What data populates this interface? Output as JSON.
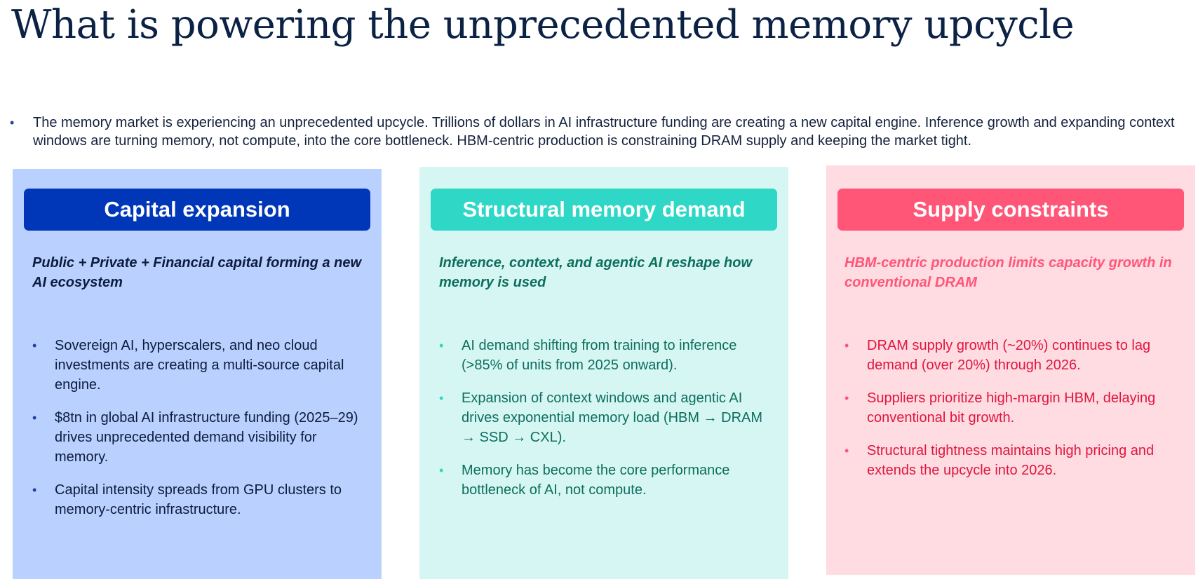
{
  "title": "What is powering the unprecedented memory upcycle",
  "intro": {
    "bullet": "•",
    "text": "The memory market is experiencing an unprecedented upcycle. Trillions of dollars in AI infrastructure funding are creating a new capital engine. Inference growth and expanding context windows are turning memory, not compute, into the core bottleneck. HBM-centric production is constraining DRAM supply and keeping the market tight."
  },
  "cards": [
    {
      "header": "Capital expansion",
      "subtitle": "Public + Private + Financial capital forming a new AI ecosystem",
      "bullets": [
        "Sovereign AI, hyperscalers, and neo cloud investments are creating a multi-source capital engine.",
        "$8tn in global AI infrastructure funding (2025–29) drives unprecedented demand visibility for memory.",
        "Capital intensity spreads from GPU clusters to memory-centric infrastructure."
      ],
      "colors": {
        "header": "#0037b8",
        "background": "#bad1ff",
        "text": "#0d1b3d"
      }
    },
    {
      "header": "Structural memory demand",
      "subtitle": "Inference, context, and agentic AI reshape how memory is used",
      "bullets": [
        "AI demand shifting from training to inference (>85% of units from 2025 onward).",
        "Expansion of context windows and agentic AI drives exponential memory load (HBM → DRAM → SSD → CXL).",
        "Memory has become the core performance bottleneck of AI, not compute."
      ],
      "colors": {
        "header": "#2fd7c6",
        "background": "#d6f6f3",
        "text": "#0d6e5e"
      }
    },
    {
      "header": "Supply constraints",
      "subtitle": "HBM-centric production limits capacity growth in conventional DRAM",
      "bullets": [
        "DRAM supply growth (~20%) continues to lag demand (over 20%) through 2026.",
        "Suppliers prioritize high-margin HBM, delaying conventional bit growth.",
        "Structural tightness maintains high pricing and extends the upcycle into 2026."
      ],
      "colors": {
        "header": "#ff5678",
        "background": "#ffdbe2",
        "text": "#e0163e"
      }
    }
  ]
}
